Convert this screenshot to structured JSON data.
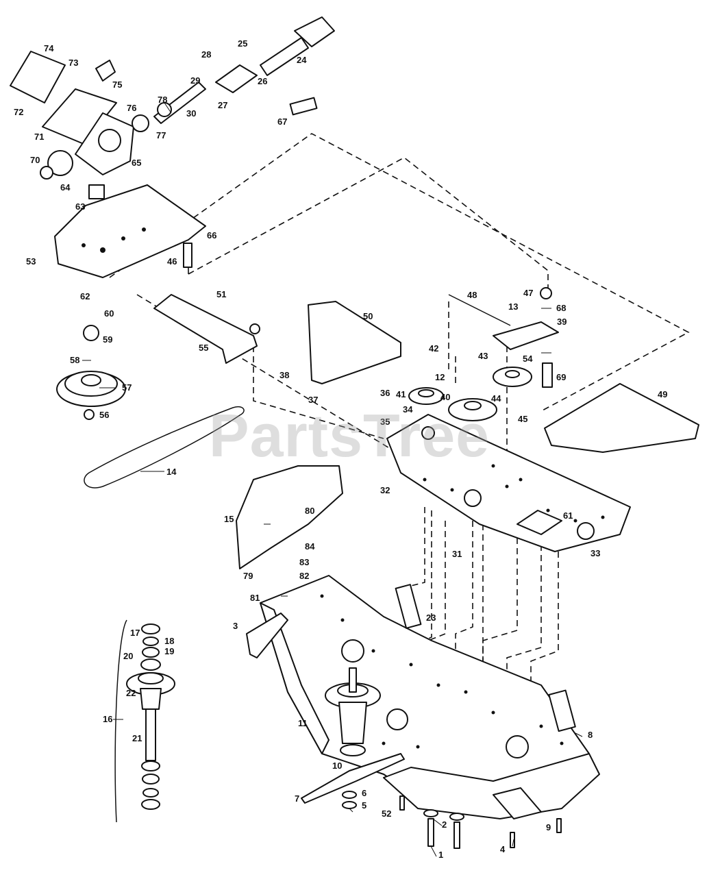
{
  "watermark": "PartsTree",
  "callouts": [
    "1",
    "2",
    "3",
    "4",
    "5",
    "6",
    "7",
    "8",
    "9",
    "10",
    "11",
    "12",
    "13",
    "14",
    "15",
    "16",
    "17",
    "18",
    "19",
    "20",
    "21",
    "22",
    "23",
    "24",
    "25",
    "26",
    "27",
    "28",
    "29",
    "30",
    "31",
    "32",
    "33",
    "34",
    "35",
    "36",
    "37",
    "38",
    "39",
    "40",
    "41",
    "42",
    "43",
    "44",
    "45",
    "46",
    "47",
    "48",
    "49",
    "50",
    "51",
    "52",
    "53",
    "54",
    "55",
    "56",
    "57",
    "58",
    "59",
    "60",
    "61",
    "62",
    "63",
    "64",
    "65",
    "66",
    "67",
    "68",
    "69",
    "70",
    "71",
    "72",
    "73",
    "74",
    "75",
    "76",
    "77",
    "78",
    "79",
    "80",
    "81",
    "82",
    "83",
    "84"
  ]
}
